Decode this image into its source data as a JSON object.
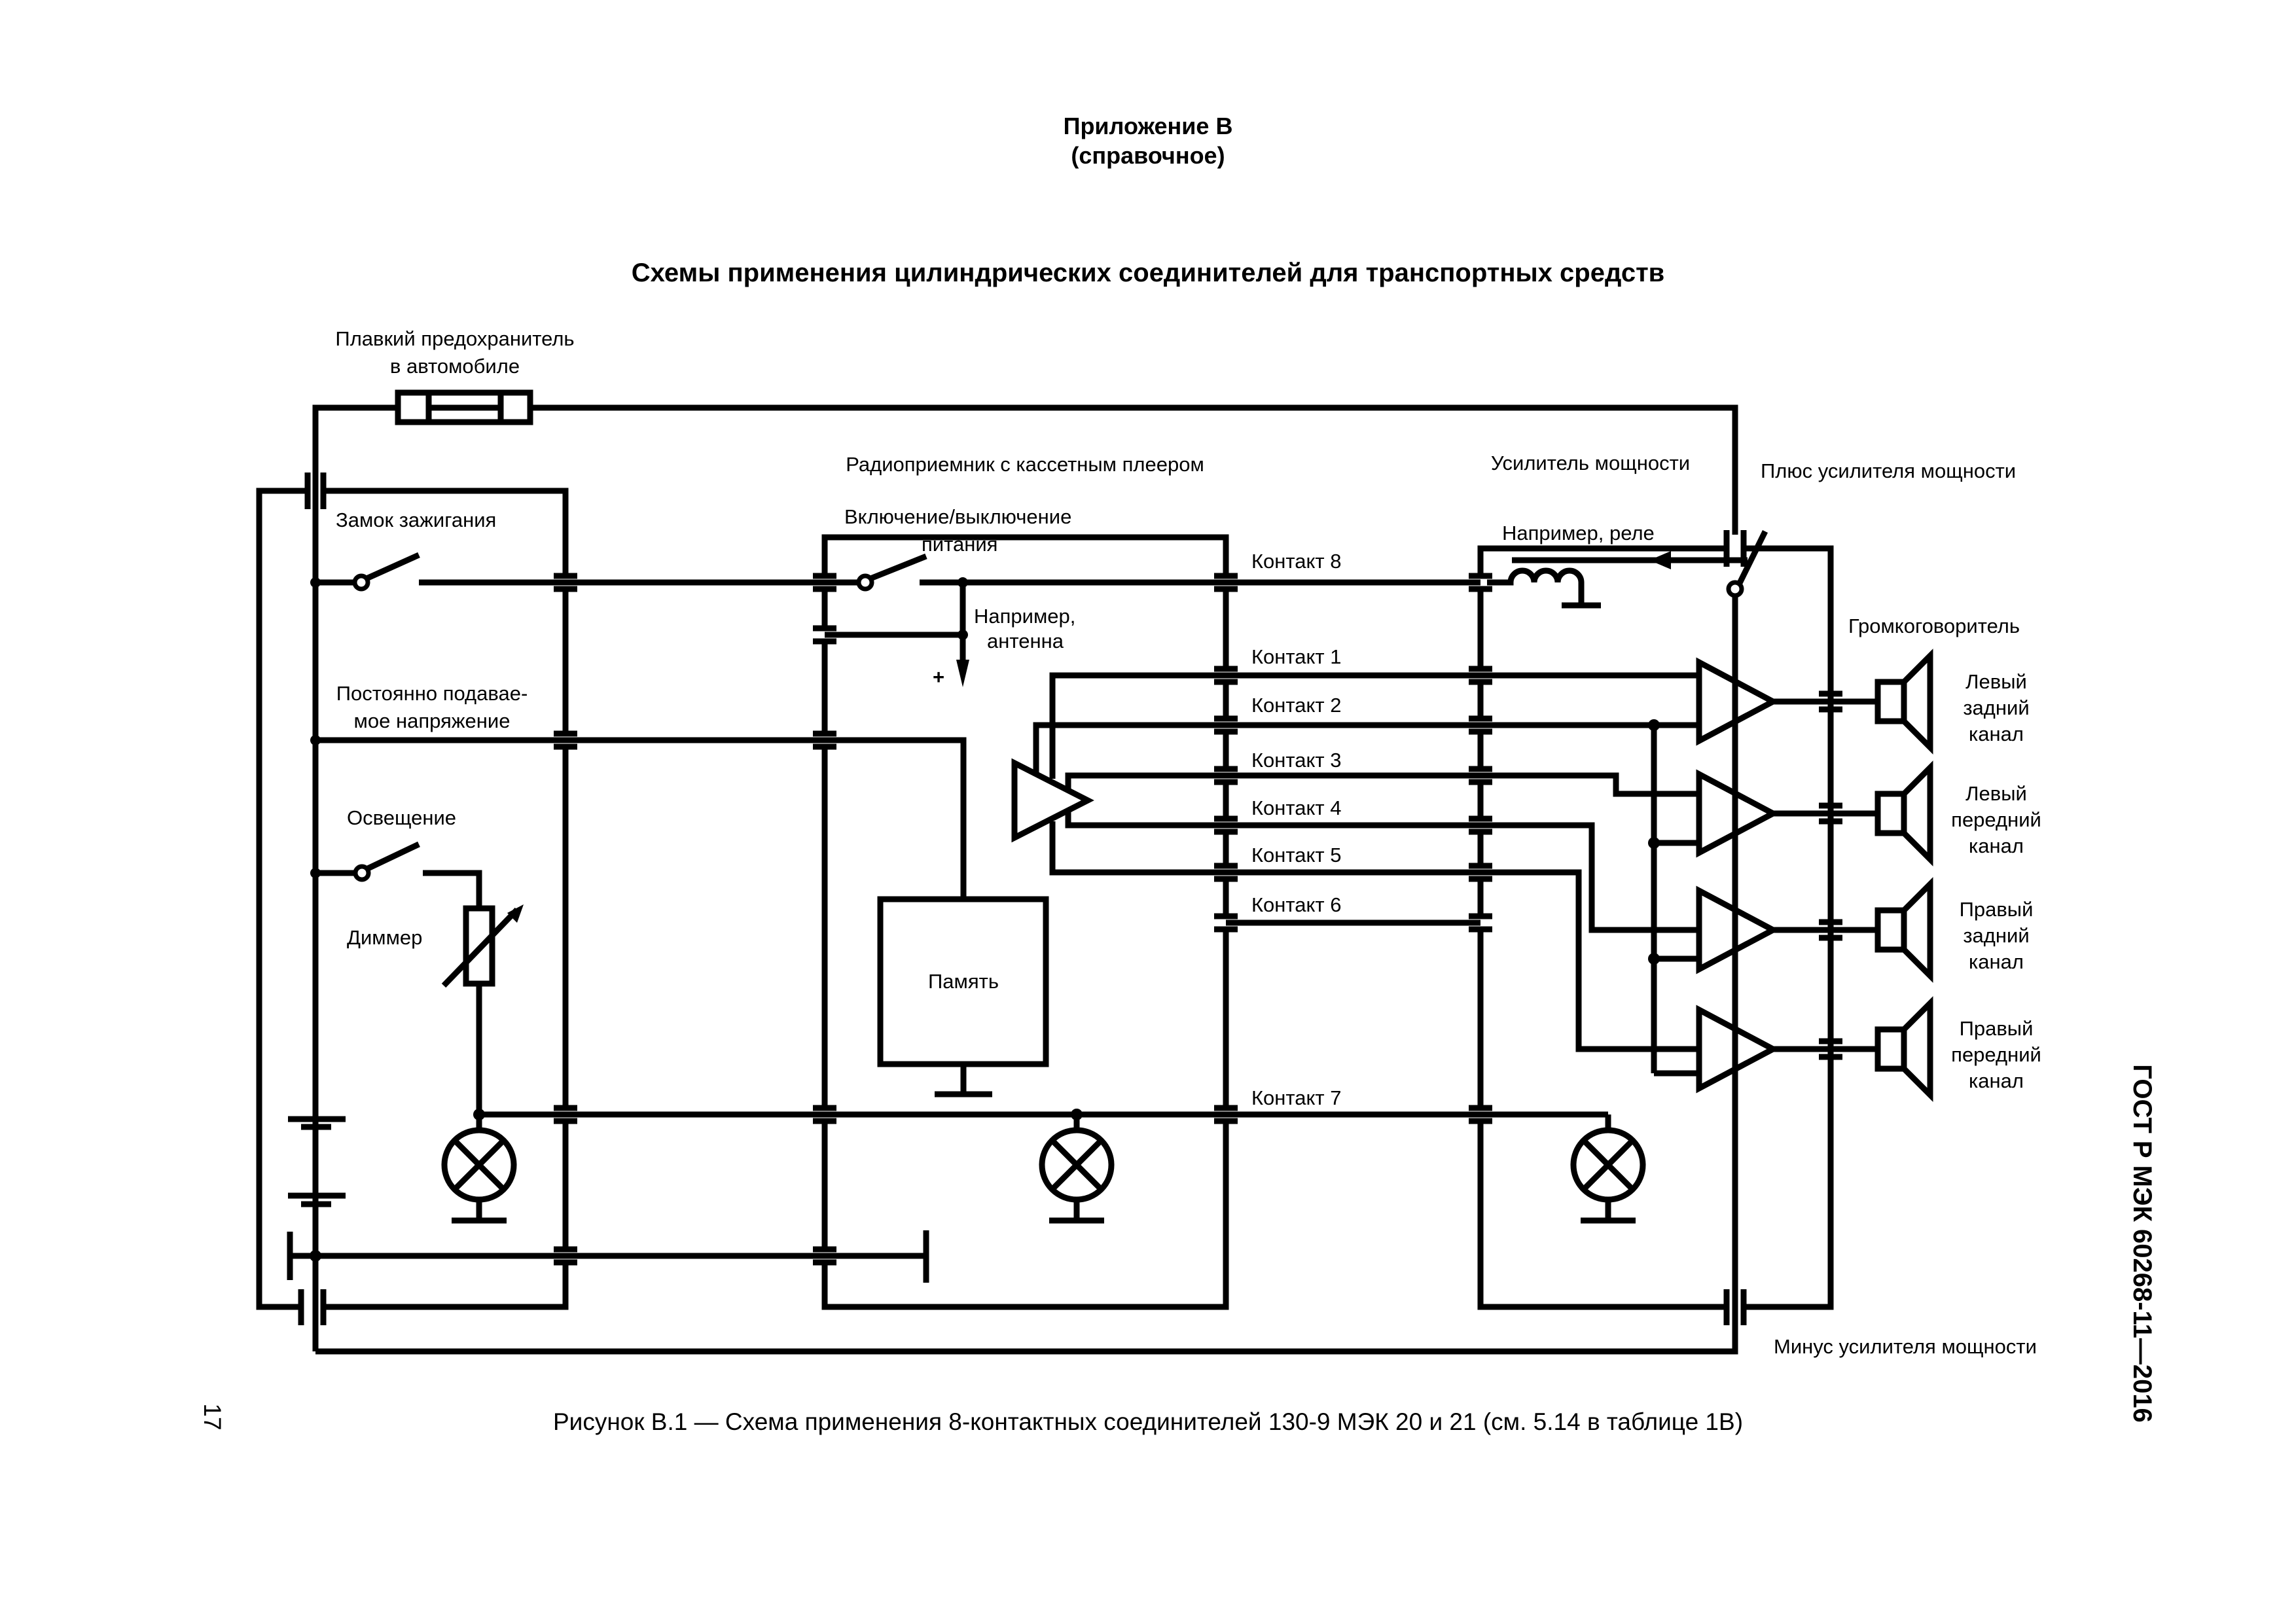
{
  "header": {
    "appendix": "Приложение В",
    "appendix_type": "(справочное)",
    "title": "Схемы применения цилиндрических соединителей для транспортных средств"
  },
  "labels": {
    "fuse": [
      "Плавкий предохранитель",
      "в автомобиле"
    ],
    "ignition": "Замок зажигания",
    "constant_voltage": [
      "Постоянно подавае-",
      "мое напряжение"
    ],
    "lighting": "Освещение",
    "dimmer": "Диммер",
    "radio": "Радиоприемник с кассетным плеером",
    "power_switch": [
      "Включение/выключение",
      "питания"
    ],
    "antenna": [
      "Например,",
      "антенна"
    ],
    "plus_sign": "+",
    "memory": "Память",
    "amplifier": "Усилитель мощности",
    "relay": "Например, реле",
    "amp_plus": "Плюс усилителя мощности",
    "amp_minus": "Минус усилителя мощности",
    "speaker": "Громкоговоритель"
  },
  "contacts": [
    "Контакт 8",
    "Контакт 1",
    "Контакт 2",
    "Контакт 3",
    "Контакт 4",
    "Контакт 5",
    "Контакт 6",
    "Контакт 7"
  ],
  "channels": [
    [
      "Левый",
      "задний",
      "канал"
    ],
    [
      "Левый",
      "передний",
      "канал"
    ],
    [
      "Правый",
      "задний",
      "канал"
    ],
    [
      "Правый",
      "передний",
      "канал"
    ]
  ],
  "footer": {
    "caption": "Рисунок В.1 — Схема применения 8-контактных соединителей 130-9 МЭК 20 и 21 (см. 5.14 в таблице 1В)",
    "page_number": "17",
    "standard": "ГОСТ Р МЭК 60268-11—2016"
  }
}
